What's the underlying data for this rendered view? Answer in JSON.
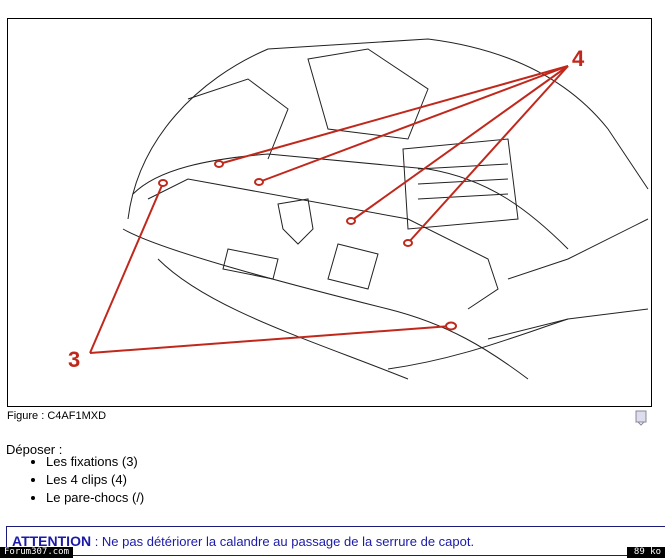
{
  "figure": {
    "callouts": [
      "4",
      "3"
    ],
    "caption": "Figure : C4AF1MXD"
  },
  "content": {
    "intro": "Déposer :",
    "items": [
      "Les fixations (3)",
      "Les 4 clips (4)",
      "Le pare-chocs (/)"
    ]
  },
  "attention": {
    "label": "ATTENTION",
    "text": " : Ne pas détériorer la calandre au passage de la serrure de capot."
  },
  "footer": {
    "left": "Forum307.com",
    "right": "89 ko"
  },
  "colors": {
    "callout": "#c0281c",
    "attention": "#1a1aa8"
  }
}
